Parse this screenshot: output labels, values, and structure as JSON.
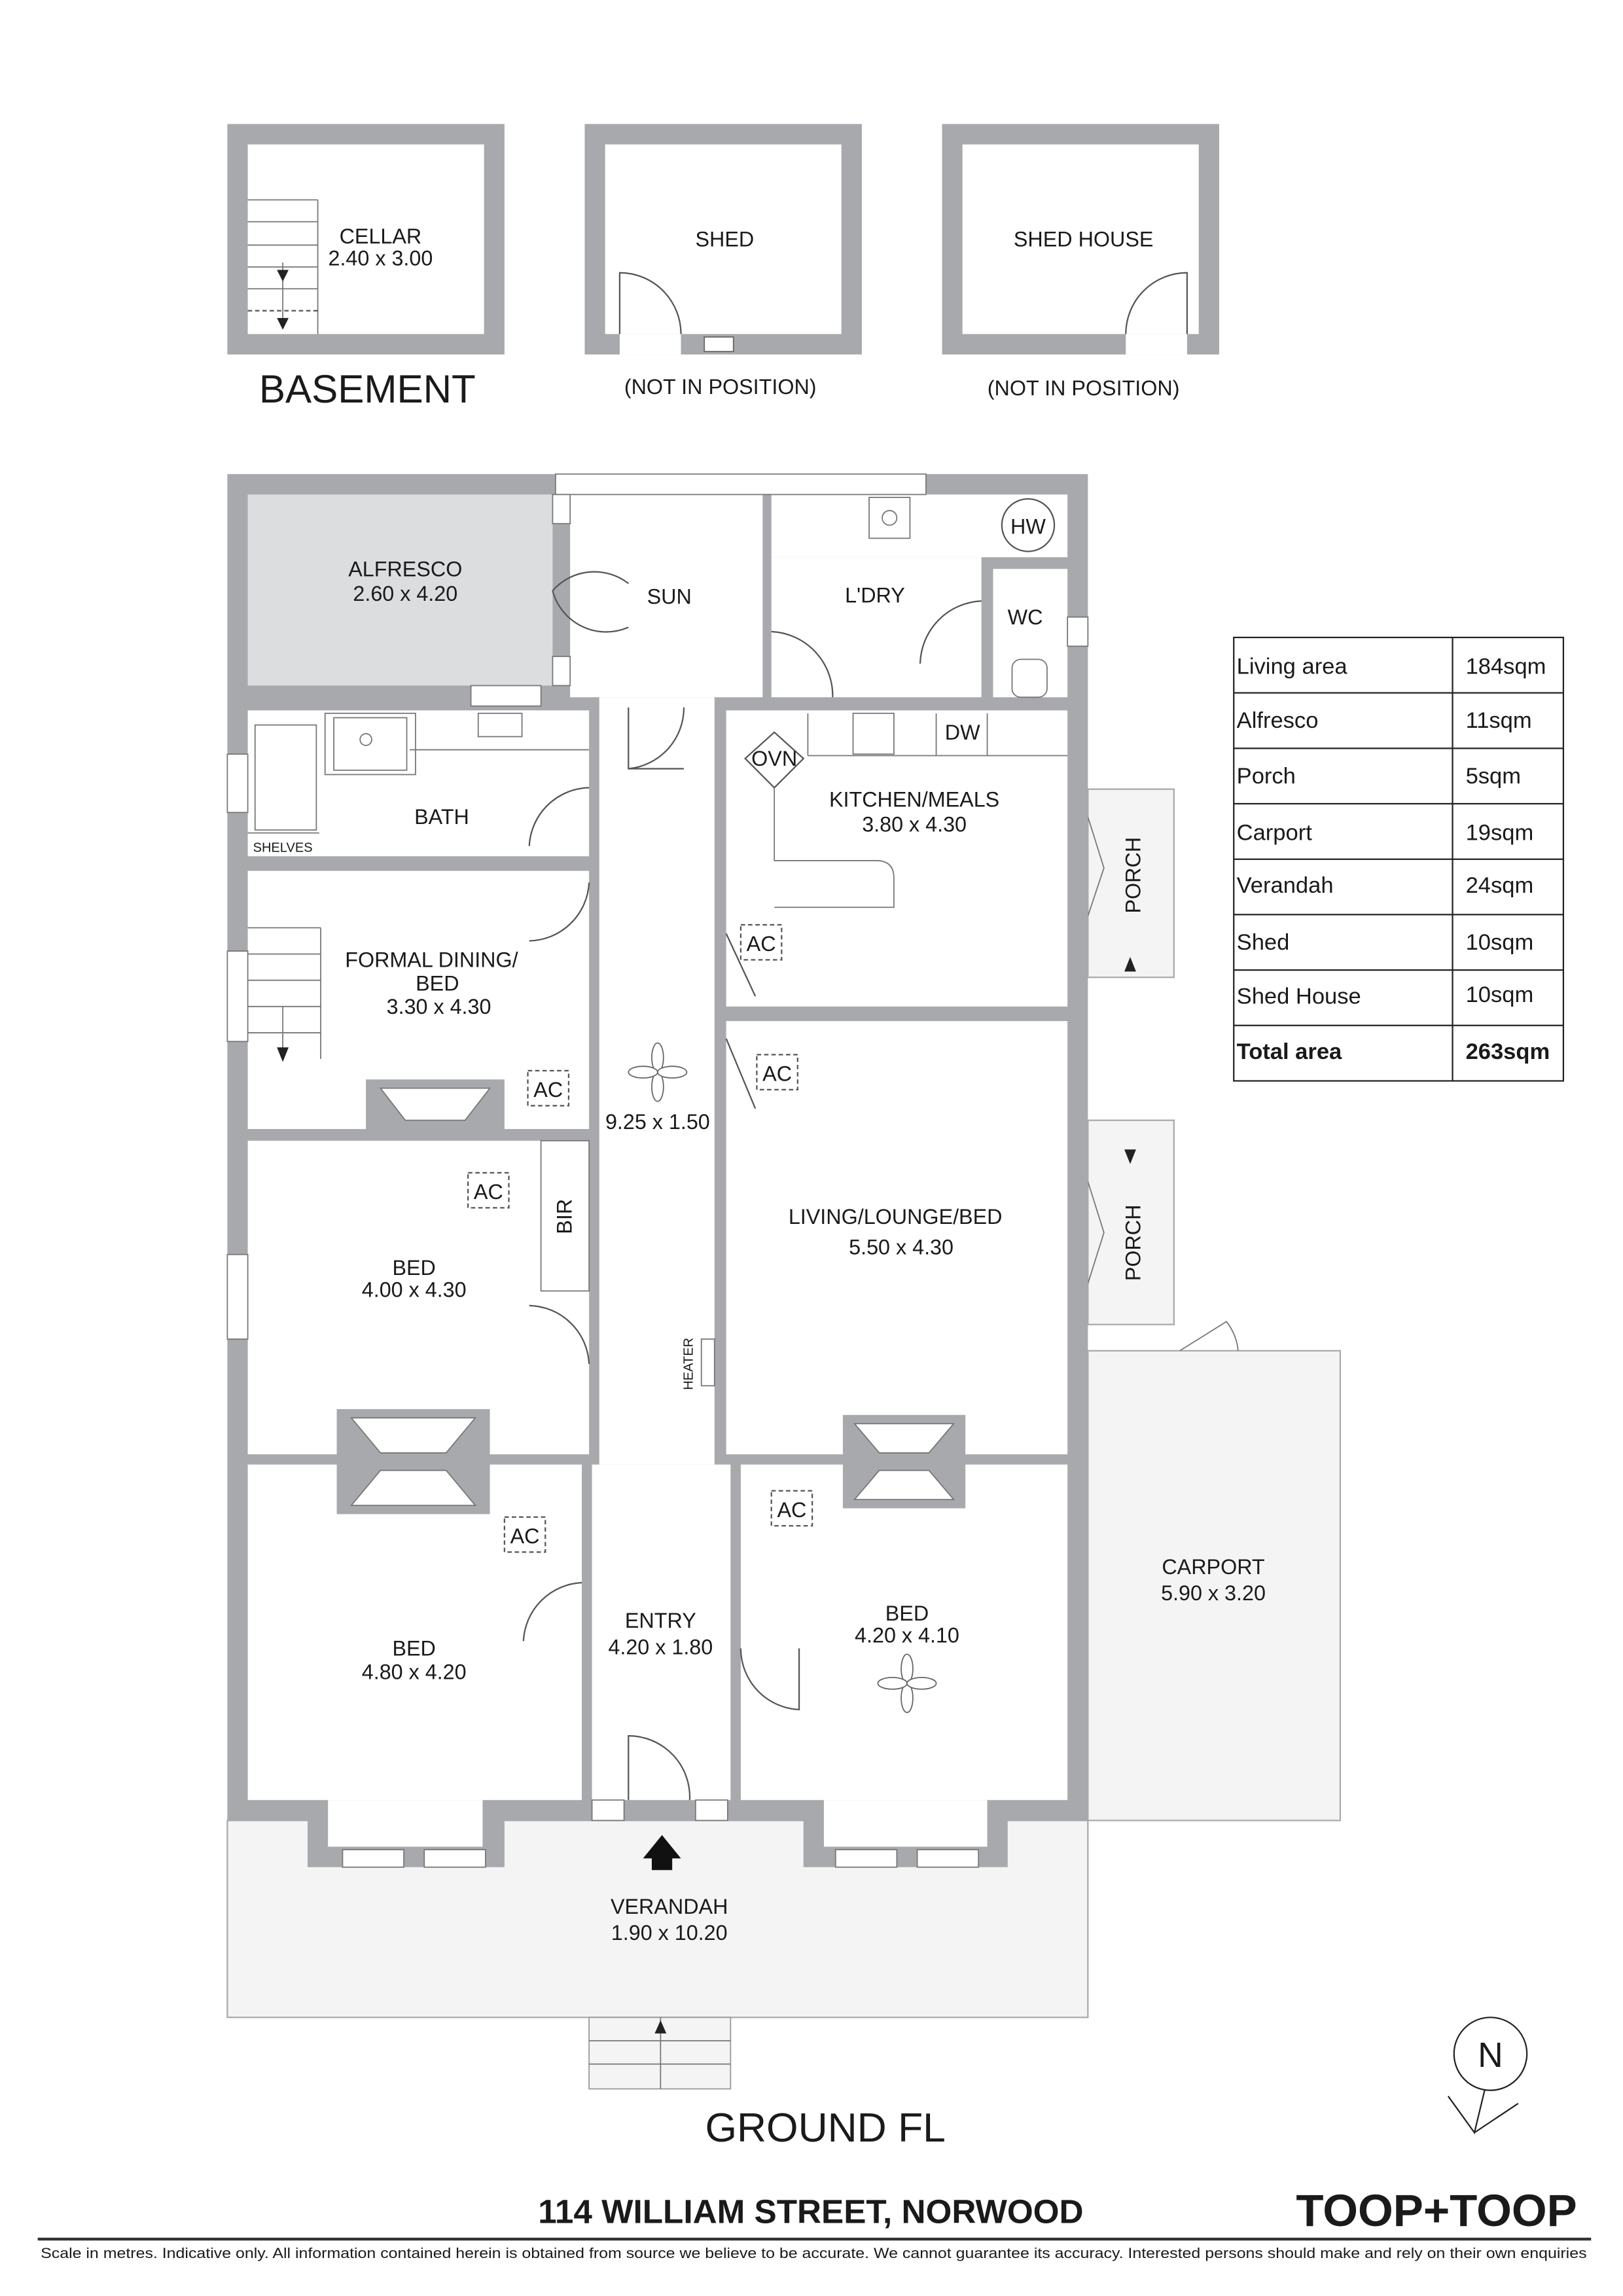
{
  "basement": {
    "title": "BASEMENT",
    "cellar": {
      "name": "CELLAR",
      "size": "2.40 x 3.00"
    },
    "shed": {
      "name": "SHED",
      "note": "(NOT IN POSITION)"
    },
    "shed_house": {
      "name": "SHED HOUSE",
      "note": "(NOT IN POSITION)"
    }
  },
  "ground": {
    "title": "GROUND FL",
    "rooms": {
      "alfresco": {
        "name": "ALFRESCO",
        "size": "2.60 x 4.20"
      },
      "sun": {
        "name": "SUN"
      },
      "laundry": {
        "name": "L'DRY"
      },
      "hw": "HW",
      "wc": "WC",
      "bath": {
        "name": "BATH"
      },
      "shelves": "SHELVES",
      "kitchen": {
        "name": "KITCHEN/MEALS",
        "size": "3.80 x 4.30"
      },
      "ovn": "OVN",
      "dw": "DW",
      "dining": {
        "name1": "FORMAL DINING/",
        "name2": "BED",
        "size": "3.30 x 4.30"
      },
      "hall": {
        "size": "9.25 x 1.50"
      },
      "living": {
        "name": "LIVING/LOUNGE/BED",
        "size": "5.50 x 4.30"
      },
      "bed1": {
        "name": "BED",
        "size": "4.00 x 4.30"
      },
      "bir": "BIR",
      "heater": "HEATER",
      "bed2": {
        "name": "BED",
        "size": "4.80 x 4.20"
      },
      "entry": {
        "name": "ENTRY",
        "size": "4.20 x 1.80"
      },
      "bed3": {
        "name": "BED",
        "size": "4.20 x 4.10"
      },
      "porch": "PORCH",
      "carport": {
        "name": "CARPORT",
        "size": "5.90 x 3.20"
      },
      "verandah": {
        "name": "VERANDAH",
        "size": "1.90 x 10.20"
      },
      "ac": "AC"
    }
  },
  "areas": [
    {
      "label": "Living area",
      "value": "184sqm"
    },
    {
      "label": "Alfresco",
      "value": "11sqm"
    },
    {
      "label": "Porch",
      "value": "5sqm"
    },
    {
      "label": "Carport",
      "value": "19sqm"
    },
    {
      "label": "Verandah",
      "value": "24sqm"
    },
    {
      "label": "Shed",
      "value": "10sqm"
    },
    {
      "label": "Shed House",
      "value": "10sqm"
    },
    {
      "label": "Total area",
      "value": "263sqm"
    }
  ],
  "compass": "N",
  "footer": {
    "address": "114 WILLIAM STREET, NORWOOD",
    "brand": "TOOP+TOOP",
    "disclaimer": "Scale in metres. Indicative only. All information contained herein is obtained from source we believe to be accurate. We cannot guarantee its accuracy. Interested persons should make and rely on their own enquiries"
  }
}
